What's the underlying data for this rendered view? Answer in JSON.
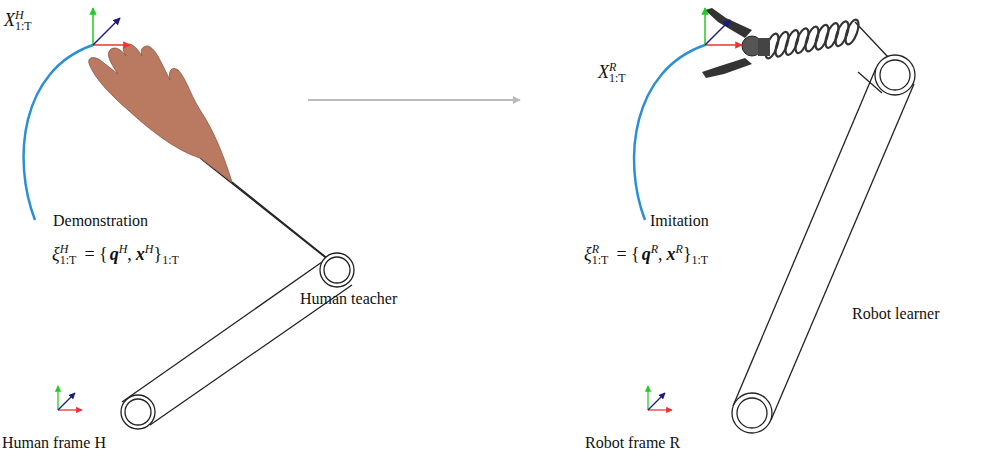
{
  "diagram": {
    "labels": [
      "X",
      "H",
      "1:T",
      "Demonstration",
      "ξ",
      "H",
      "1:T",
      "= {",
      "q",
      "H",
      ",",
      "x",
      "H",
      "}",
      "1:T",
      "Human teacher",
      "Human frame H",
      "X",
      "R",
      "1:T",
      "Imitation",
      "ξ",
      "R",
      "1:T",
      "= {",
      "q",
      "R",
      ",",
      "x",
      "R",
      "}",
      "1:T",
      "Robot learner",
      "Robot frame R"
    ]
  }
}
